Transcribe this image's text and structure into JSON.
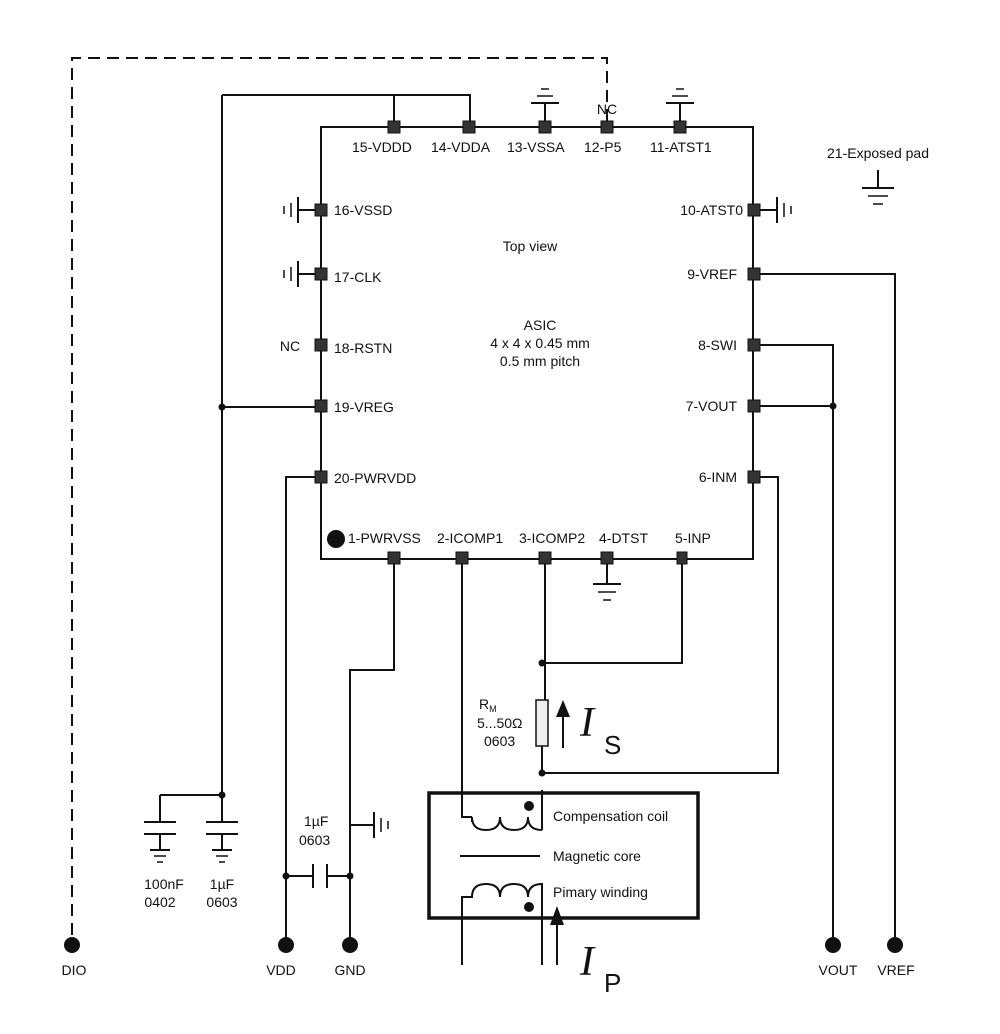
{
  "package": {
    "view": "Top view",
    "name": "ASIC",
    "size": "4 x 4 x 0.45 mm",
    "pitch": "0.5 mm pitch",
    "exposed_pad": "21-Exposed pad"
  },
  "pins": {
    "p1": "1-PWRVSS",
    "p2": "2-ICOMP1",
    "p3": "3-ICOMP2",
    "p4": "4-DTST",
    "p5": "5-INP",
    "p6": "6-INM",
    "p7": "7-VOUT",
    "p8": "8-SWI",
    "p9": "9-VREF",
    "p10": "10-ATST0",
    "p11": "11-ATST1",
    "p12": "12-P5",
    "p13": "13-VSSA",
    "p14": "14-VDDA",
    "p15": "15-VDDD",
    "p16": "16-VSSD",
    "p17": "17-CLK",
    "p18": "18-RSTN",
    "p19": "19-VREG",
    "p20": "20-PWRVDD"
  },
  "nc_labels": {
    "top": "NC",
    "left": "NC"
  },
  "resistor": {
    "name": "R",
    "subscript": "M",
    "value": "5...50Ω",
    "package": "0603"
  },
  "currents": {
    "is_symbol": "I",
    "is_sub": "S",
    "ip_symbol": "I",
    "ip_sub": "P"
  },
  "capacitors": {
    "c1_value": "100nF",
    "c1_pkg": "0402",
    "c2_value": "1µF",
    "c2_pkg": "0603",
    "c3_value": "1µF",
    "c3_pkg": "0603"
  },
  "sensor": {
    "comp_coil": "Compensation coil",
    "core": "Magnetic core",
    "primary": "Pimary winding"
  },
  "terminals": {
    "dio": "DIO",
    "vdd": "VDD",
    "gnd": "GND",
    "vout": "VOUT",
    "vref": "VREF"
  }
}
